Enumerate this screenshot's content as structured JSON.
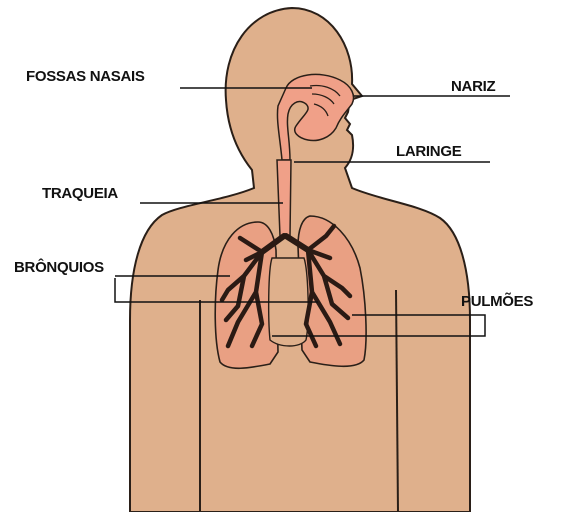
{
  "diagram": {
    "labels": {
      "fossas_nasais": "FOSSAS NASAIS",
      "nariz": "NARIZ",
      "laringe": "LARINGE",
      "traqueia": "TRAQUEIA",
      "bronquios": "BRÔNQUIOS",
      "pulmoes": "PULMÕES"
    },
    "colors": {
      "skin": "#dfb08c",
      "skin_outline": "#2a1f18",
      "airway": "#f0a088",
      "lung": "#e9a083",
      "bronchi": "#2a1a14",
      "leader_line": "#111111"
    }
  }
}
